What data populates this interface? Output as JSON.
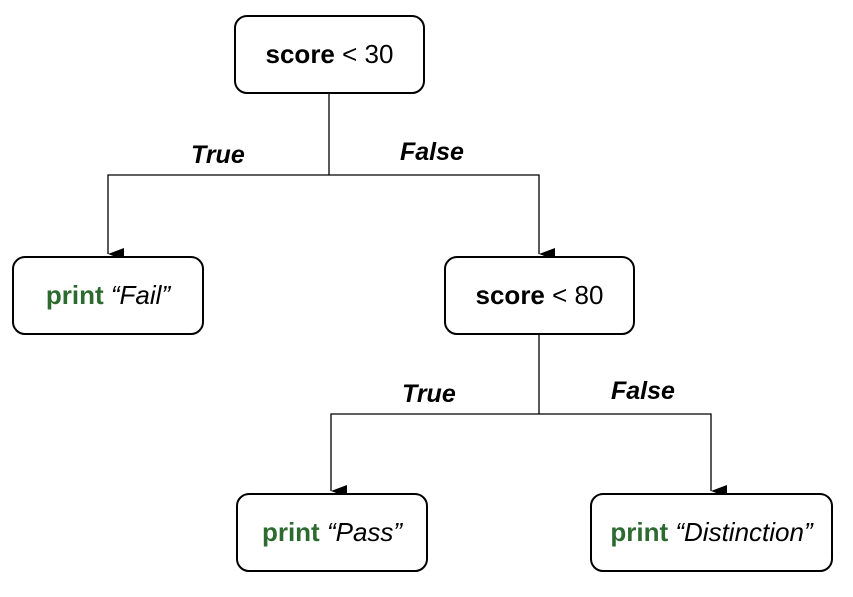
{
  "nodes": {
    "cond1": {
      "keyword": "score",
      "rest": "< 30"
    },
    "fail": {
      "keyword": "print",
      "text": "“Fail”"
    },
    "cond2": {
      "keyword": "score",
      "rest": "< 80"
    },
    "pass": {
      "keyword": "print",
      "text": "“Pass”"
    },
    "distinction": {
      "keyword": "print",
      "text": "“Distinction”"
    }
  },
  "edges": {
    "cond1_true": "True",
    "cond1_false": "False",
    "cond2_true": "True",
    "cond2_false": "False"
  },
  "colors": {
    "print_keyword": "#2d6a2f",
    "lines": "#000000"
  }
}
